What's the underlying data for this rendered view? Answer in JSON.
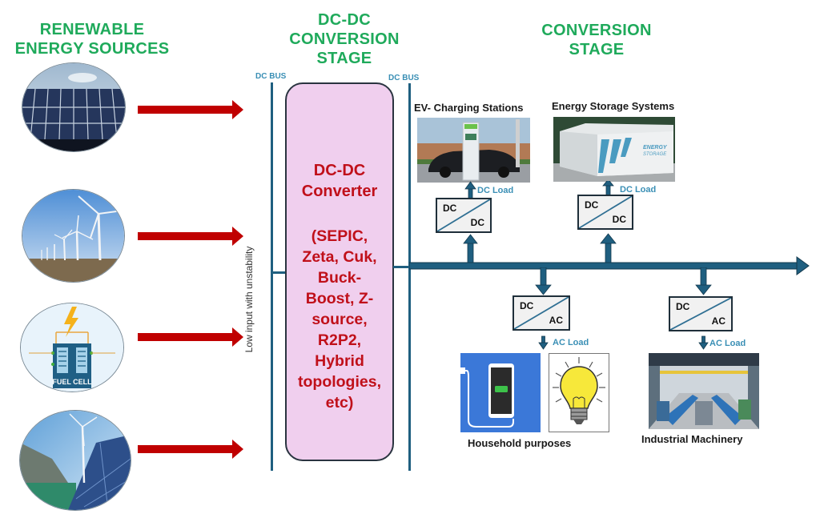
{
  "headings": {
    "sources": "RENEWABLE\nENERGY SOURCES",
    "dcdc_stage": "DC-DC\nCONVERSION\nSTAGE",
    "conversion_stage": "CONVERSION\nSTAGE"
  },
  "sources": [
    {
      "name": "Solar panels",
      "icon": "solar-panel-icon"
    },
    {
      "name": "Wind turbines",
      "icon": "wind-turbine-icon"
    },
    {
      "name": "Fuel cell",
      "icon": "fuel-cell-icon",
      "label": "FUEL CELL"
    },
    {
      "name": "Hybrid renewables",
      "icon": "hybrid-renewable-icon"
    }
  ],
  "bus": {
    "left_label": "DC BUS",
    "right_label": "DC BUS",
    "input_note": "Low input with unstability"
  },
  "converter": {
    "title": "DC-DC\nConverter",
    "topologies": "(SEPIC,\nZeta, Cuk,\nBuck-\nBoost, Z-\nsource,\nR2P2,\nHybrid\ntopologies,\netc)"
  },
  "loads": {
    "ev": {
      "title": "EV- Charging Stations",
      "load_label": "DC Load",
      "conv_in": "DC",
      "conv_out": "DC"
    },
    "storage": {
      "title": "Energy Storage Systems",
      "load_label": "DC Load",
      "conv_in": "DC",
      "conv_out": "DC",
      "container_text": "ENERGY\nSTORAGE"
    },
    "household": {
      "title": "Household purposes",
      "load_label": "AC Load",
      "conv_in": "DC",
      "conv_out": "AC"
    },
    "industrial": {
      "title": "Industrial Machinery",
      "load_label": "AC Load",
      "conv_in": "DC",
      "conv_out": "AC"
    }
  },
  "colors": {
    "heading_green": "#1faa5b",
    "arrow_red": "#c00000",
    "bus_blue": "#1f5f80",
    "converter_fill": "#f0cfee",
    "converter_text": "#c0101a",
    "label_blue": "#3a8fb5"
  }
}
